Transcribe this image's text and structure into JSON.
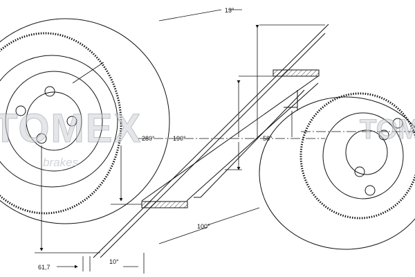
{
  "brand": {
    "logo_text": "TOMEX",
    "sub_text": "brakes"
  },
  "dimensions": {
    "top_diameter": "13°",
    "outer_diameter": "280°",
    "hat_diameter": "190°",
    "center_bore": "58°",
    "stud_circle": "100°",
    "hat_height": "61,7",
    "thickness": "10°"
  },
  "colors": {
    "line": "#111111",
    "watermark": "#cfd3d8"
  }
}
